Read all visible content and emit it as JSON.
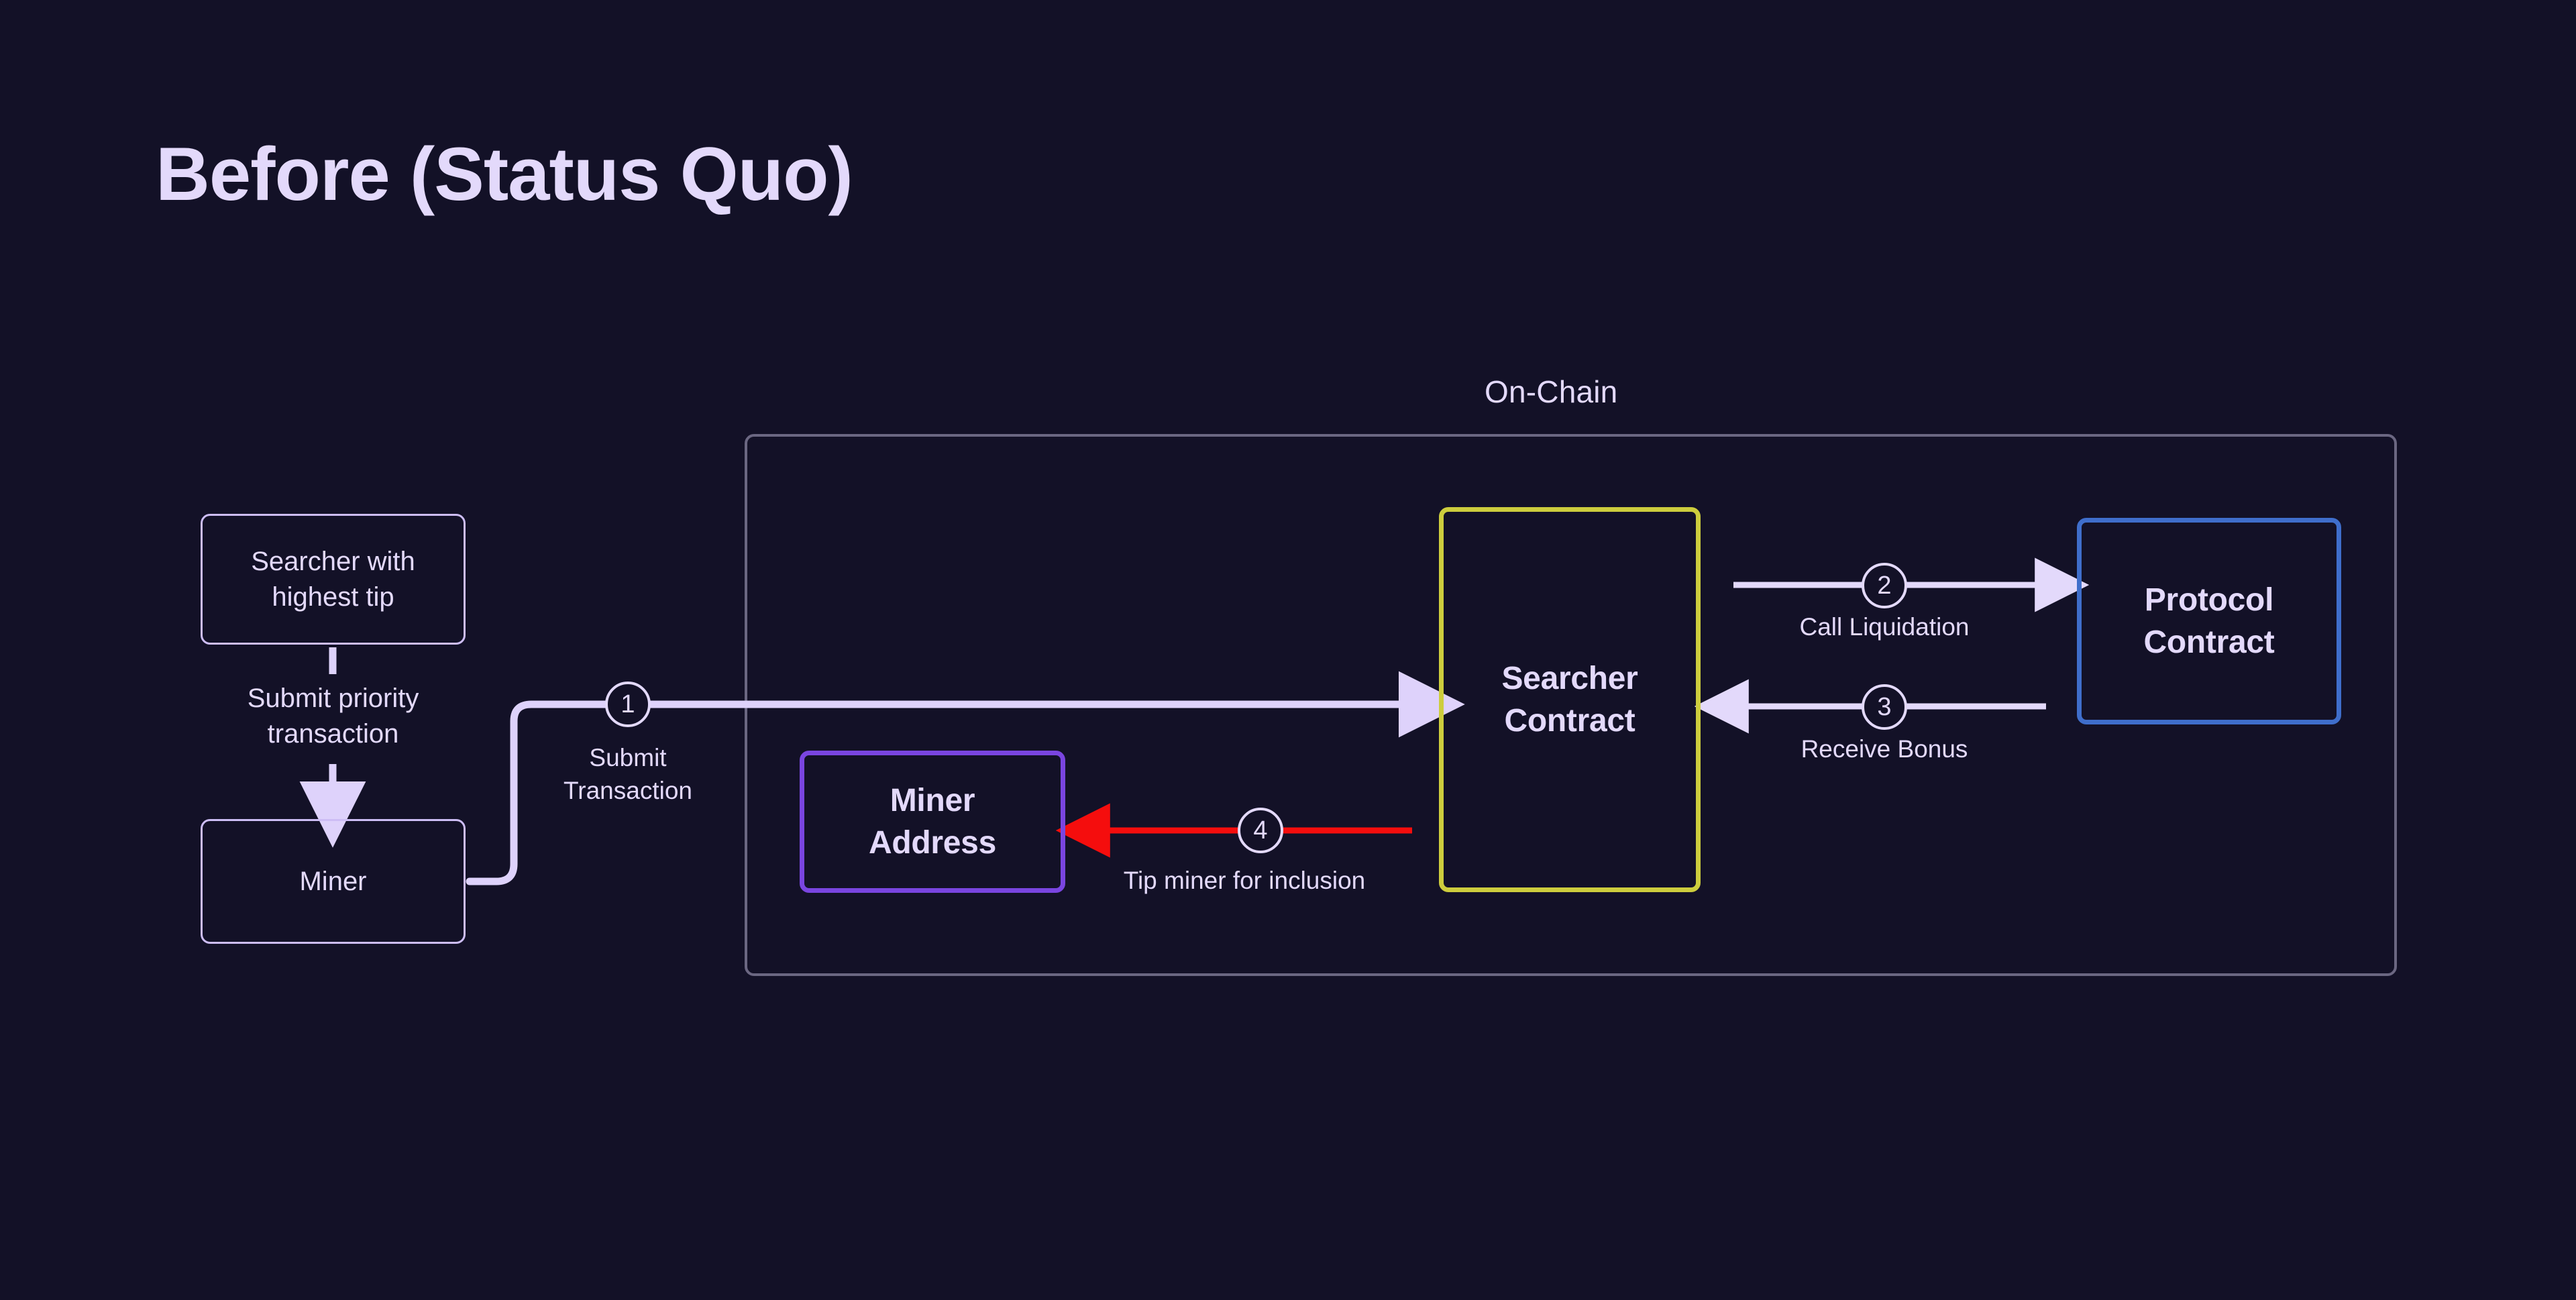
{
  "title": "Before (Status Quo)",
  "colors": {
    "background": "#131127",
    "text": "#e3d9fb",
    "container_border": "#6b6782",
    "node_border": "#cdbdf5",
    "searcher_contract_border": "#cdcd3d",
    "protocol_contract_border": "#3f6ecb",
    "miner_address_border": "#7a45e0",
    "tip_arrow": "#f50d0d"
  },
  "container": {
    "label": "On-Chain"
  },
  "nodes": {
    "searcher_with_tip": "Searcher with\nhighest tip",
    "miner": "Miner",
    "miner_address": "Miner\nAddress",
    "searcher_contract": "Searcher\nContract",
    "protocol_contract": "Protocol\nContract"
  },
  "connectors": {
    "submit_priority": "Submit priority\ntransaction"
  },
  "steps": [
    {
      "number": "1",
      "label": "Submit\nTransaction",
      "from": "miner",
      "to": "searcher_contract",
      "color": "#cdbdf5"
    },
    {
      "number": "2",
      "label": "Call Liquidation",
      "from": "searcher_contract",
      "to": "protocol_contract",
      "color": "#e3d9fb"
    },
    {
      "number": "3",
      "label": "Receive Bonus",
      "from": "protocol_contract",
      "to": "searcher_contract",
      "color": "#e3d9fb"
    },
    {
      "number": "4",
      "label": "Tip miner for inclusion",
      "from": "searcher_contract",
      "to": "miner_address",
      "color": "#f50d0d"
    }
  ]
}
